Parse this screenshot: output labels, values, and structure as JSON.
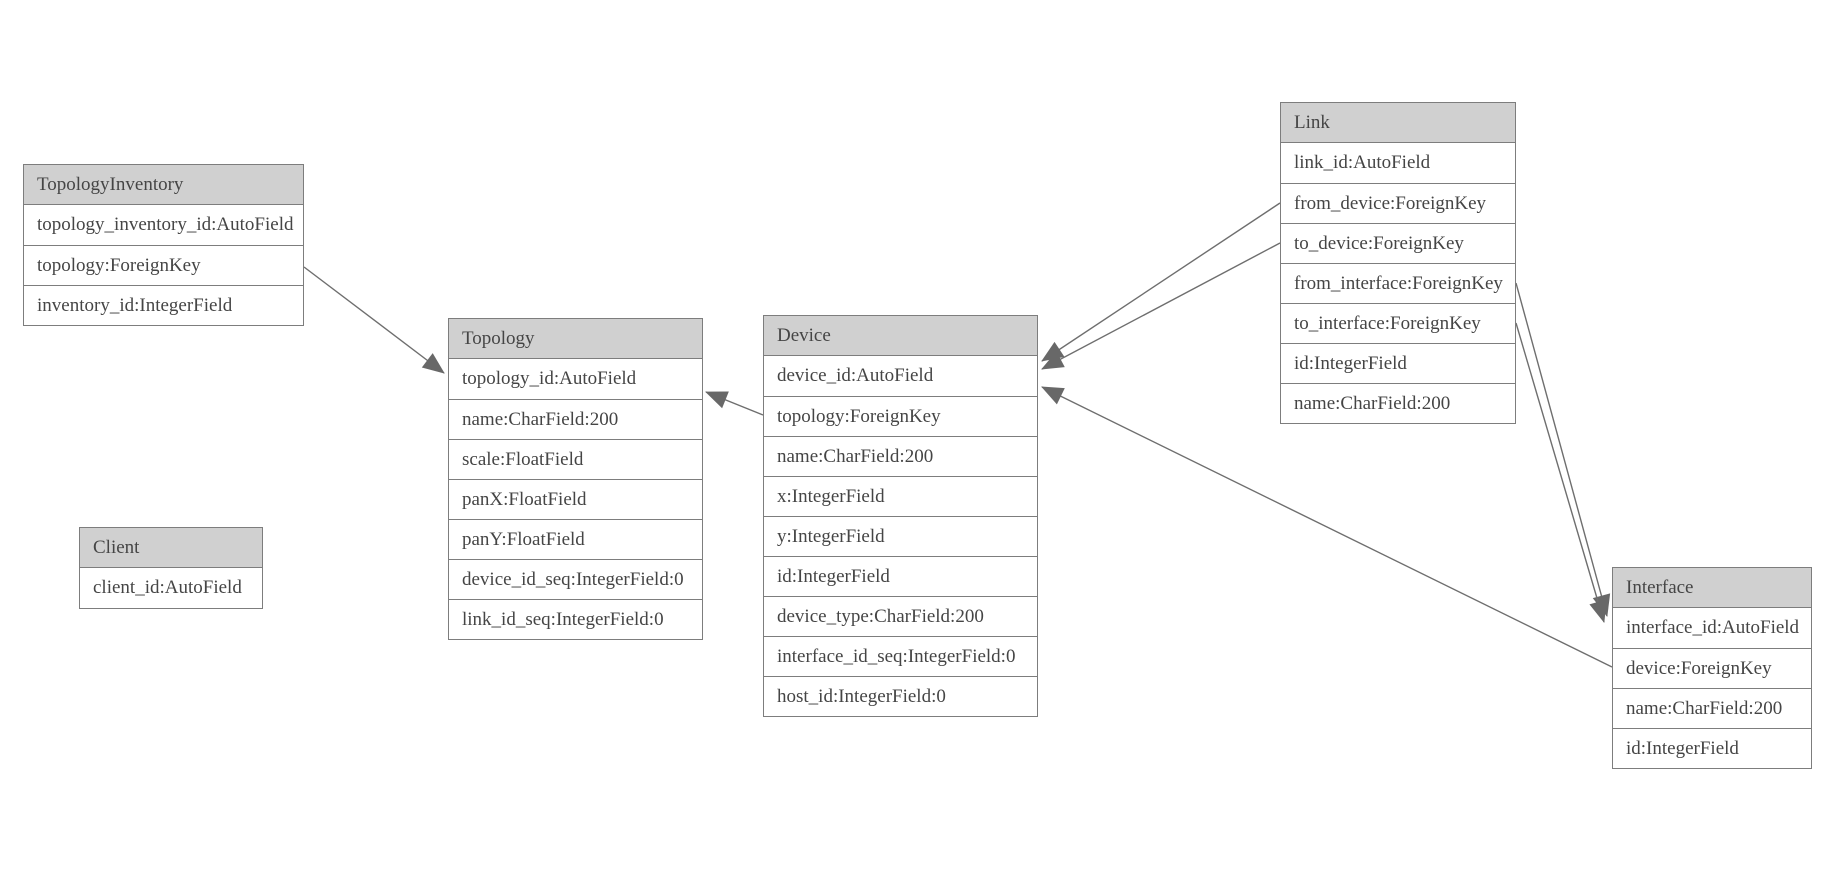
{
  "diagram_type": "entity-relationship-model-graph",
  "colors": {
    "background": "#ffffff",
    "table_header_fill": "#d0d0d0",
    "table_body_fill": "#ffffff",
    "border": "#7d7d7d",
    "text": "#454545",
    "edge": "#6e6e6e",
    "arrowhead": "#686868"
  },
  "tables": [
    {
      "id": "topology_inventory",
      "title": "TopologyInventory",
      "fields": [
        "topology_inventory_id:AutoField",
        "topology:ForeignKey",
        "inventory_id:IntegerField"
      ]
    },
    {
      "id": "topology",
      "title": "Topology",
      "fields": [
        "topology_id:AutoField",
        "name:CharField:200",
        "scale:FloatField",
        "panX:FloatField",
        "panY:FloatField",
        "device_id_seq:IntegerField:0",
        "link_id_seq:IntegerField:0"
      ]
    },
    {
      "id": "client",
      "title": "Client",
      "fields": [
        "client_id:AutoField"
      ]
    },
    {
      "id": "device",
      "title": "Device",
      "fields": [
        "device_id:AutoField",
        "topology:ForeignKey",
        "name:CharField:200",
        "x:IntegerField",
        "y:IntegerField",
        "id:IntegerField",
        "device_type:CharField:200",
        "interface_id_seq:IntegerField:0",
        "host_id:IntegerField:0"
      ]
    },
    {
      "id": "link",
      "title": "Link",
      "fields": [
        "link_id:AutoField",
        "from_device:ForeignKey",
        "to_device:ForeignKey",
        "from_interface:ForeignKey",
        "to_interface:ForeignKey",
        "id:IntegerField",
        "name:CharField:200"
      ]
    },
    {
      "id": "interface",
      "title": "Interface",
      "fields": [
        "interface_id:AutoField",
        "device:ForeignKey",
        "name:CharField:200",
        "id:IntegerField"
      ]
    }
  ],
  "relationships": [
    {
      "from": "TopologyInventory.topology",
      "to": "Topology",
      "arrow_at": "Topology"
    },
    {
      "from": "Device.topology",
      "to": "Topology",
      "arrow_at": "Topology"
    },
    {
      "from": "Link.from_device",
      "to": "Device",
      "arrow_at": "Device"
    },
    {
      "from": "Link.to_device",
      "to": "Device",
      "arrow_at": "Device"
    },
    {
      "from": "Link.from_interface",
      "to": "Interface",
      "arrow_at": "Interface"
    },
    {
      "from": "Link.to_interface",
      "to": "Interface",
      "arrow_at": "Interface"
    },
    {
      "from": "Interface.device",
      "to": "Device",
      "arrow_at": "Device"
    }
  ]
}
